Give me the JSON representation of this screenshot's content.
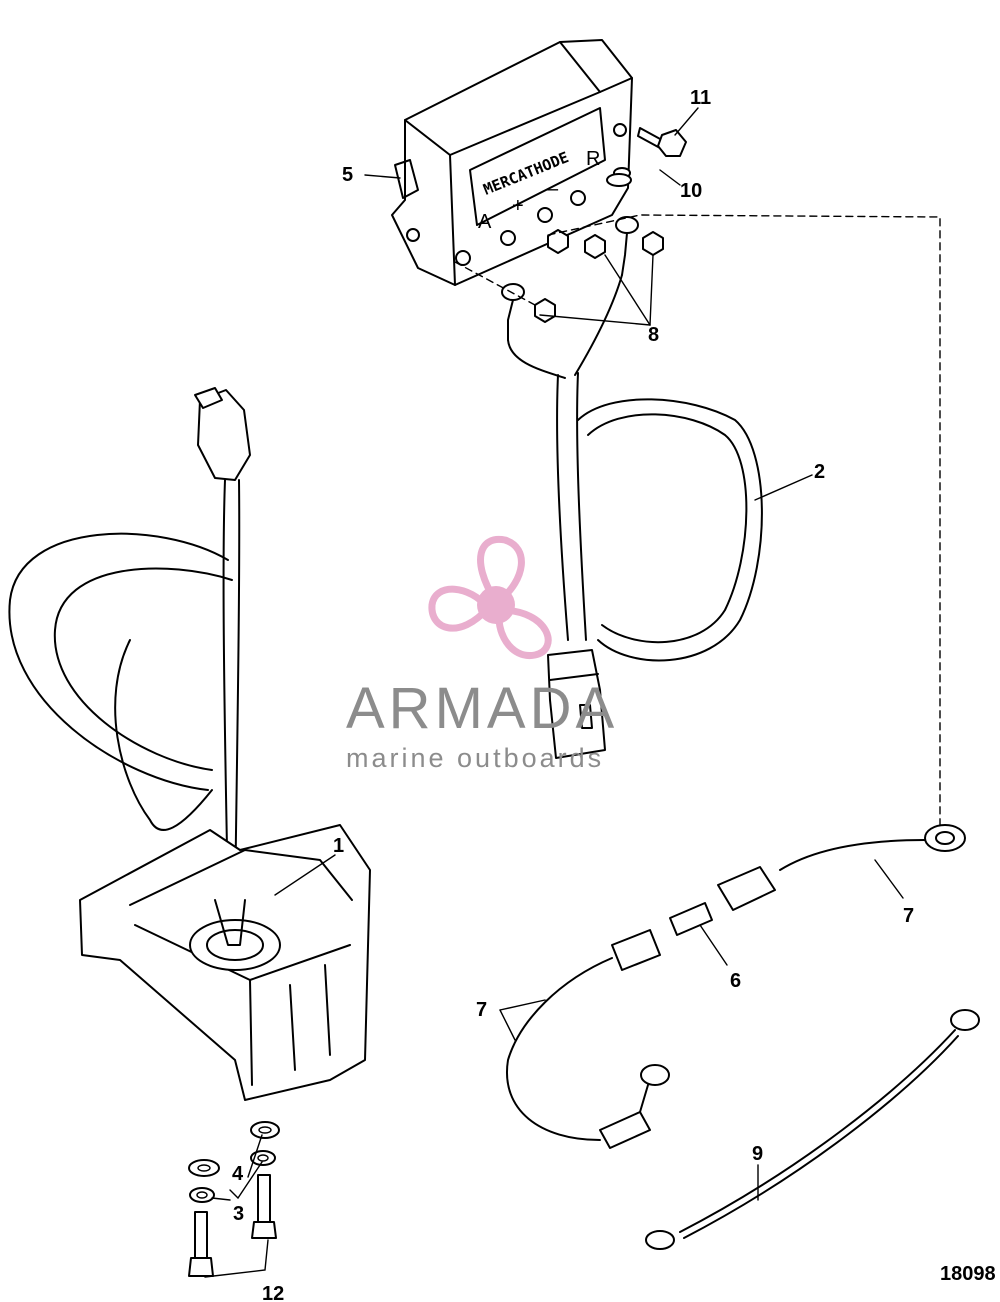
{
  "callouts": {
    "c1": "1",
    "c2": "2",
    "c3": "3",
    "c4": "4",
    "c5": "5",
    "c6": "6",
    "c7a": "7",
    "c7b": "7",
    "c8": "8",
    "c9": "9",
    "c10": "10",
    "c11": "11",
    "c12": "12"
  },
  "controller_decal": "MERCATHODE",
  "terminals": {
    "a": "A",
    "plus": "+",
    "minus": "–",
    "r": "R"
  },
  "figure_number": "18098",
  "watermark": {
    "brand": "ARMADA",
    "tagline": "marine outboards",
    "color_text": "#8c8c8c",
    "color_logo": "#e7a6c9"
  }
}
